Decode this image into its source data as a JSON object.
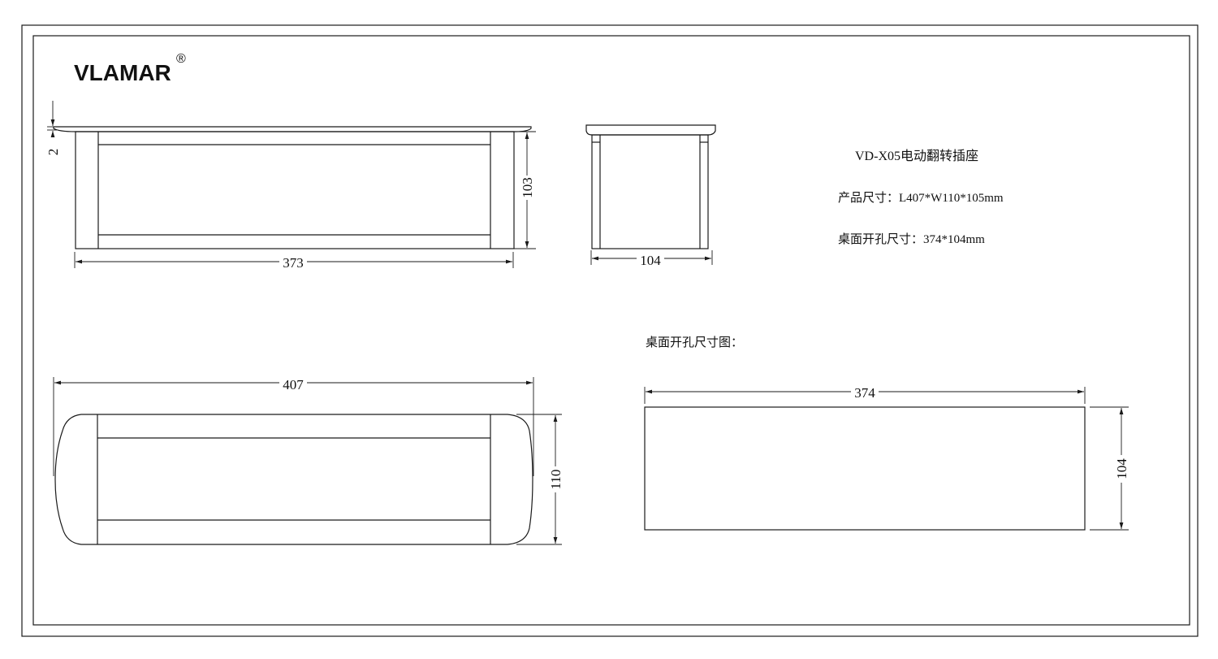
{
  "brand": {
    "name": "VLAMAR",
    "mark": "®"
  },
  "product": {
    "title": "VD-X05电动翻转插座",
    "size_line": "产品尺寸：L407*W110*105mm",
    "cutout_line": "桌面开孔尺寸：374*104mm"
  },
  "cutout_caption": "桌面开孔尺寸图：",
  "dimensions": {
    "front_flange_thickness": "2",
    "front_height": "103",
    "front_width": "373",
    "side_width": "104",
    "top_length": "407",
    "top_width": "110",
    "cutout_length": "374",
    "cutout_width": "104"
  }
}
